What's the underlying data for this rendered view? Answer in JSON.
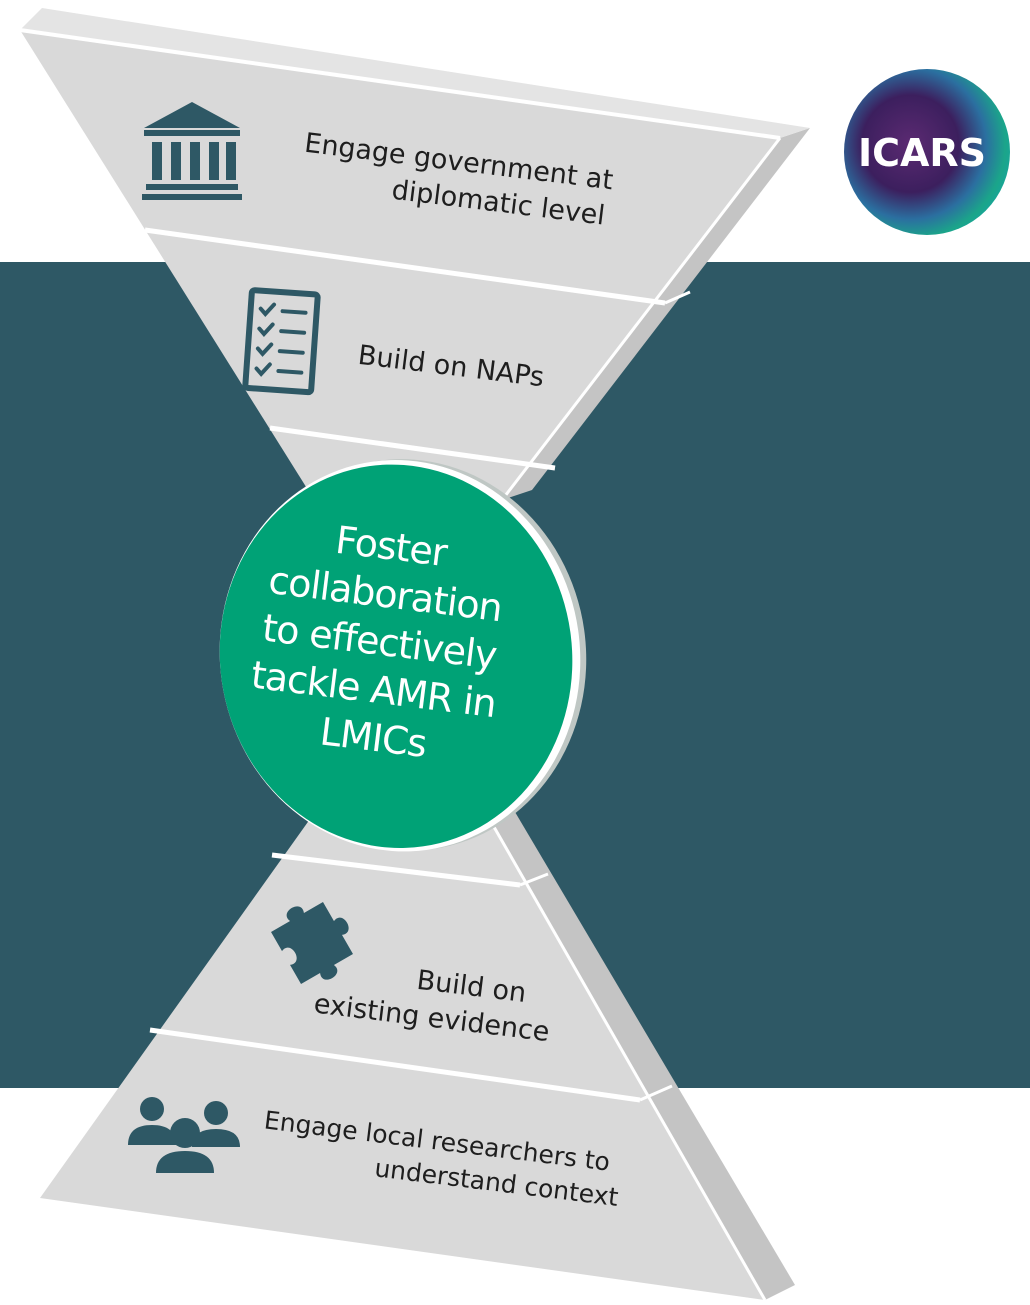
{
  "center": {
    "lines": [
      "Foster",
      "collaboration",
      "to effectively",
      "tackle AMR in",
      "LMICs"
    ]
  },
  "steps": [
    {
      "lines": [
        "Engage government at",
        "diplomatic level"
      ],
      "icon": "government-building-icon"
    },
    {
      "lines": [
        "Build on NAPs"
      ],
      "icon": "checklist-icon"
    },
    {
      "lines": [
        "Build on",
        "existing evidence"
      ],
      "icon": "puzzle-piece-icon"
    },
    {
      "lines": [
        "Engage local researchers to",
        "understand context"
      ],
      "icon": "people-group-icon"
    }
  ],
  "logo": {
    "text": "ICARS"
  },
  "colors": {
    "band": "#2e5865",
    "panel": "#d9d9d9",
    "panel_edge": "#c4c4c4",
    "center_circle": "#00a276",
    "icon": "#2e5865"
  }
}
